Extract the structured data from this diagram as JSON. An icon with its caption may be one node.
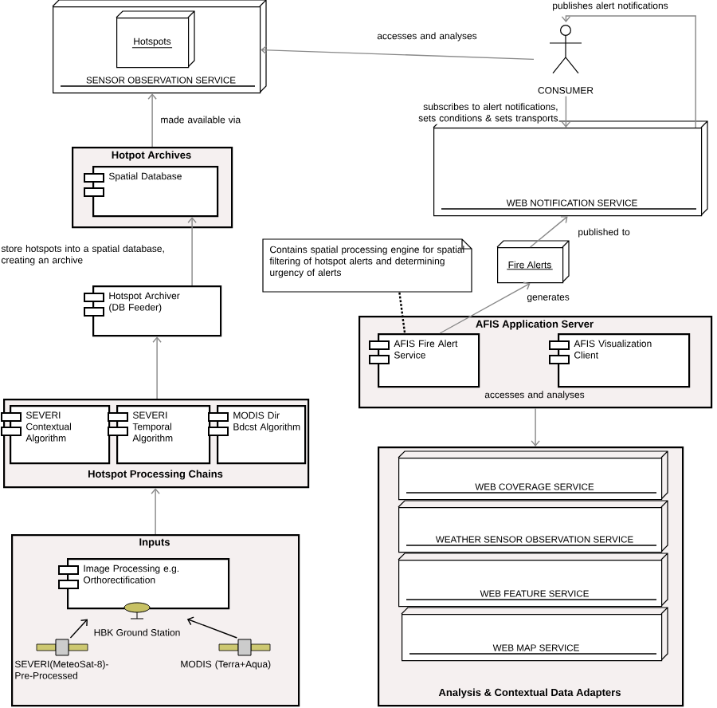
{
  "diagram": {
    "nodes": [
      {
        "text": [
          "SENSOR OBSERVATION SERVICE"
        ]
      },
      {
        "text": [
          "Hotspots"
        ],
        "in": 0
      },
      {
        "text": [
          "CONSUMER"
        ]
      },
      {
        "text": [
          "WEB NOTIFICATION SERVICE"
        ]
      },
      {
        "text": [
          "Hotpot Archives"
        ]
      },
      {
        "text": [
          "Spatial Database"
        ],
        "in": 4
      },
      {
        "text": [
          "Contains spatial processing engine for spatial filtering of hotspot alerts and determining urgency of alerts"
        ]
      },
      {
        "text": [
          "Fire Alerts"
        ]
      },
      {
        "text": [
          "Hotspot Archiver (DB Feeder)"
        ]
      },
      {
        "text": [
          "AFIS Application Server"
        ]
      },
      {
        "text": [
          "AFIS Fire Alert Service"
        ],
        "in": 9
      },
      {
        "text": [
          "AFIS Visualization Client"
        ],
        "in": 9
      },
      {
        "text": [
          "Hotspot Processing Chains"
        ]
      },
      {
        "text": [
          "SEVERI Contextual Algorithm"
        ],
        "in": 12
      },
      {
        "text": [
          "SEVERI Temporal Algorithm"
        ],
        "in": 12
      },
      {
        "text": [
          "MODIS Dir Bdcst Algorithm"
        ],
        "in": 12
      },
      {
        "text": [
          "Inputs"
        ]
      },
      {
        "text": [
          "Image Processing e.g. Orthorectification"
        ],
        "in": 16
      },
      {
        "text": [
          "HBK Ground Station"
        ],
        "in": 16
      },
      {
        "text": [
          "SEVERI(MeteoSat-8)- Pre-Processed"
        ],
        "in": 16
      },
      {
        "text": [
          "MODIS (Terra+Aqua)"
        ],
        "in": 16
      },
      {
        "text": [
          "Analysis & Contextual Data Adapters"
        ]
      },
      {
        "text": [
          "WEB COVERAGE SERVICE"
        ],
        "in": 21
      },
      {
        "text": [
          "WEATHER SENSOR OBSERVATION SERVICE"
        ],
        "in": 21
      },
      {
        "text": [
          "WEB FEATURE SERVICE"
        ],
        "in": 21
      },
      {
        "text": [
          "WEB MAP SERVICE"
        ],
        "in": 21
      }
    ],
    "edges": [
      {
        "from": 4,
        "to": 0,
        "arrow": "to",
        "label": "made available via"
      },
      {
        "from": 8,
        "to": 5,
        "arrow": "to",
        "label": "store hotspots into a spatial database, creating an archive"
      },
      {
        "from": 12,
        "to": 8,
        "arrow": "to"
      },
      {
        "from": 16,
        "to": 12,
        "arrow": "to"
      },
      {
        "from": 2,
        "to": 0,
        "arrow": "to",
        "label": "accesses and analyses"
      },
      {
        "from": 2,
        "to": 3,
        "arrow": "to",
        "label": "subscribes to alert notifications, sets conditions & sets transports"
      },
      {
        "from": 3,
        "to": 2,
        "arrow": "to",
        "label": "publishes alert notifications"
      },
      {
        "from": 10,
        "to": 7,
        "arrow": "to",
        "label": "generates"
      },
      {
        "from": 7,
        "to": 3,
        "arrow": "to",
        "label": "published to"
      },
      {
        "from": 6,
        "to": 10,
        "arrow": "none",
        "style": "dashed",
        "color": "#000000"
      },
      {
        "from": 9,
        "to": 21,
        "arrow": "to",
        "label": "accesses and analyses"
      },
      {
        "from": 19,
        "to": 18,
        "arrow": "to",
        "color": "#000000"
      },
      {
        "from": 20,
        "to": 18,
        "arrow": "to",
        "color": "#000000"
      }
    ]
  }
}
